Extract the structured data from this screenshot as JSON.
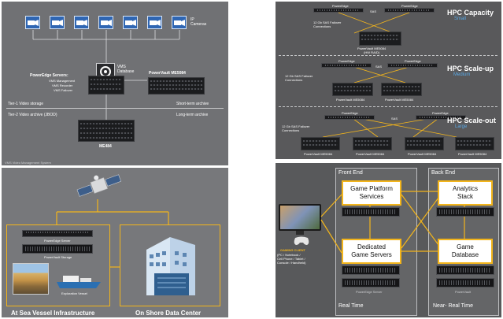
{
  "panel_tl": {
    "ip_cameras": "IP\nCameras",
    "powerv_me5084": "PowerVault ME5084",
    "vms_database": "VMS\nDatabase",
    "poweredge_servers": "PowerEdge Servers:",
    "vms_management": "VMS Management",
    "vms_recorder": "VMS Recorder",
    "vms_failover": "VMS Failover",
    "tier1": "Tier-1 Video storage",
    "short_term": "Short-term archive",
    "tier2": "Tier-2 Video archive (JBOD)",
    "long_term": "Long-term archive",
    "me484": "ME484",
    "footer": "VMS Video Management System"
  },
  "panel_tr": {
    "poweredge": "PowerEdge",
    "sas": "SAS",
    "sas_note": "12 Gb SAS Failover\nConnections",
    "pv_me5084": "PowerVault ME5084\n(HW RAID)",
    "pv_me5084_short": "PowerVault ME5084",
    "hpc_capacity": "HPC Capacity",
    "small": "Small",
    "hpc_scaleup": "HPC Scale-up",
    "medium": "Medium",
    "hpc_scaleout": "HPC Scale-out",
    "large": "Large"
  },
  "panel_bl": {
    "poweredge_server": "PowerEdge Server",
    "powervault_storage": "PowerVault Storage",
    "exploration_vessel": "Exploration Vessel",
    "at_sea": "At Sea Vessel Infrastructure",
    "on_shore": "On Shore Data Center"
  },
  "panel_br": {
    "front_end": "Front End",
    "back_end": "Back End",
    "game_platform": "Game Platform\nServices",
    "analytics": "Analytics\nStack",
    "dedicated": "Dedicated\nGame Servers",
    "game_db": "Game\nDatabase",
    "gaming_client": "GAMING CLIENT",
    "client_devices": "(PC / Notebook /\nCell Phone / Tablet /\nConsole / Handheld)",
    "real_time": "Real Time",
    "near_real_time": "Near- Real Time",
    "poweredge_server": "PowerEdge Server",
    "powervault": "PowerVault"
  },
  "colors": {
    "panel_bg": "#6f7072",
    "accent": "#f3b51b",
    "camera": "#2f66b3",
    "hpc_title": "#ffffff",
    "hpc_size": "#5aa9e6"
  }
}
